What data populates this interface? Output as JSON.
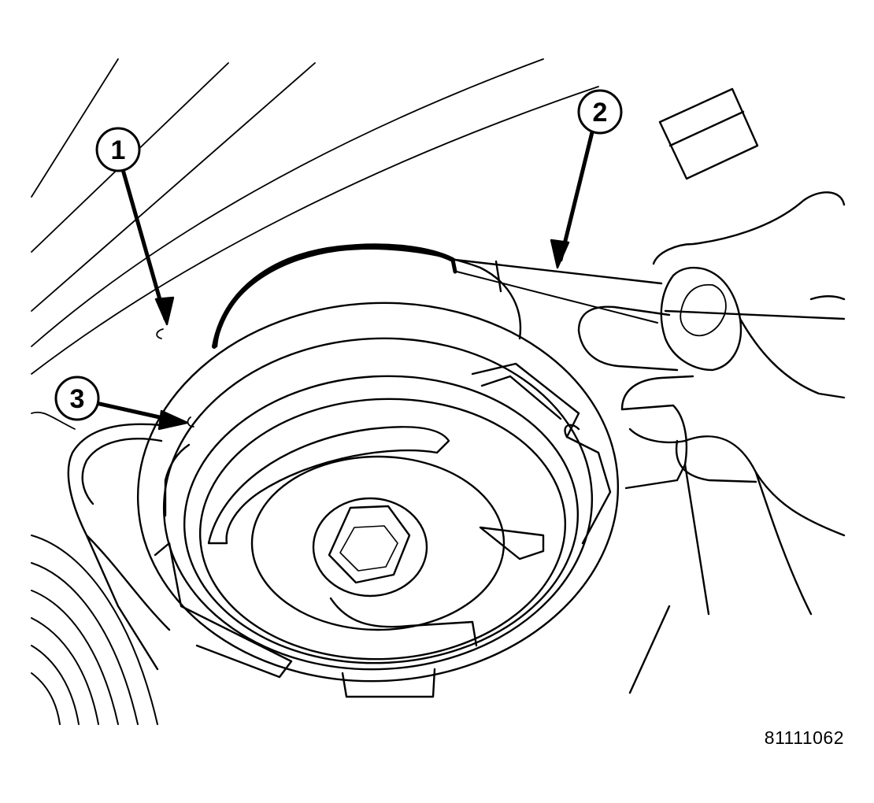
{
  "callouts": [
    {
      "label": "1"
    },
    {
      "label": "2"
    },
    {
      "label": "3"
    }
  ],
  "figure_id": "81111062",
  "colors": {
    "ink": "#000000",
    "paper": "#ffffff"
  }
}
